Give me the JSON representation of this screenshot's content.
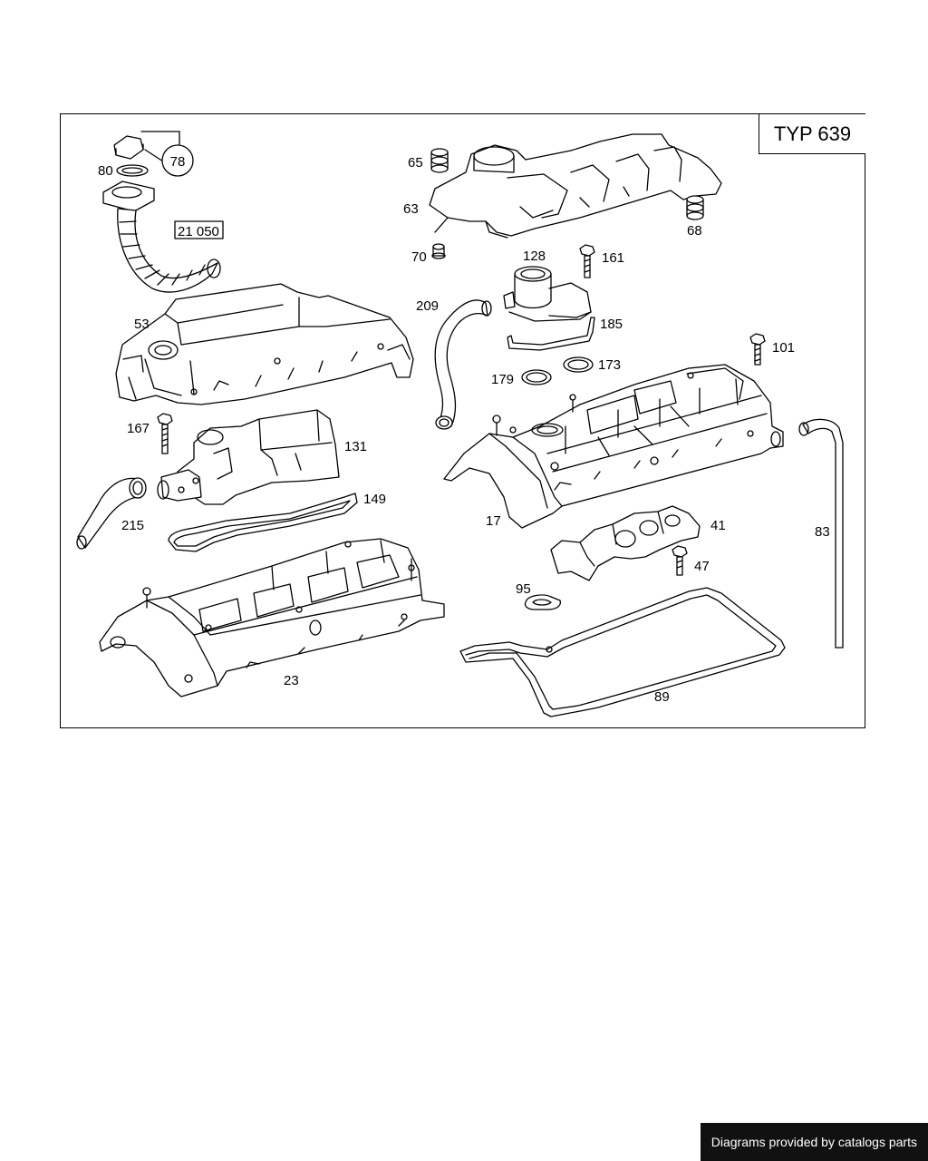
{
  "diagram": {
    "type_label": "TYP 639",
    "part_labels": {
      "p78": "78",
      "p80": "80",
      "p21050": "21 050",
      "p53": "53",
      "p65": "65",
      "p63": "63",
      "p68": "68",
      "p70": "70",
      "p128": "128",
      "p161": "161",
      "p209": "209",
      "p185": "185",
      "p101": "101",
      "p179": "179",
      "p173": "173",
      "p167": "167",
      "p131": "131",
      "p149": "149",
      "p215": "215",
      "p17": "17",
      "p41": "41",
      "p83": "83",
      "p47": "47",
      "p95": "95",
      "p23": "23",
      "p89": "89"
    }
  },
  "footer": {
    "credit": "Diagrams provided by catalogs parts"
  }
}
